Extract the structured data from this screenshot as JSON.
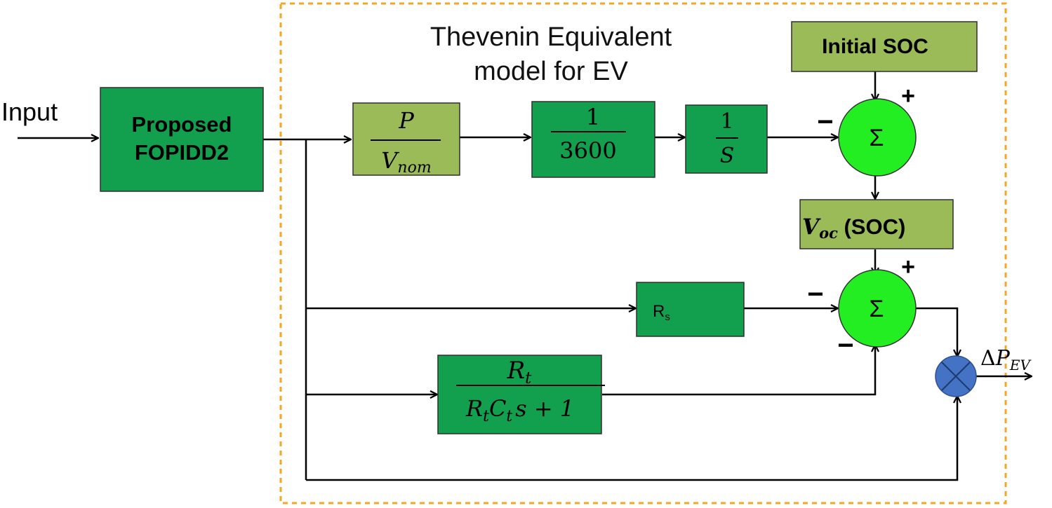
{
  "title": {
    "line1": "Thevenin Equivalent",
    "line2": "model for EV"
  },
  "input_label": "Input",
  "output": {
    "delta": "Δ",
    "symbol": "P",
    "subscript": "EV"
  },
  "blocks": {
    "controller": {
      "line1": "Proposed",
      "line2": "FOPIDD2"
    },
    "p_over_vnom": {
      "numerator": "P",
      "den_main": "V",
      "den_sub": "nom"
    },
    "inv_3600": {
      "numerator": "1",
      "denominator": "3600"
    },
    "integrator": {
      "numerator": "1",
      "denominator": "S"
    },
    "initial_soc": {
      "label": "Initial SOC"
    },
    "voc": {
      "main": "V",
      "sub": "oc",
      "suffix": " (SOC)"
    },
    "rs": {
      "main": "R",
      "sub": "s"
    },
    "rt_block": {
      "num_main": "R",
      "num_sub": "t",
      "den_r": "R",
      "den_r_sub": "t",
      "den_c": "C",
      "den_c_sub": "t",
      "den_tail": "s + 1"
    }
  },
  "sum1": {
    "symbol": "Σ",
    "sign_top": "+",
    "sign_left": "−"
  },
  "sum2": {
    "symbol": "Σ",
    "sign_top": "+",
    "sign_left": "−",
    "sign_bottom": "−"
  },
  "colors": {
    "dark_block": "#12a04f",
    "light_block": "#9bbb59",
    "summer": "#22ee22",
    "multiplier": "#4472c4",
    "boundary": "#f5a623"
  }
}
